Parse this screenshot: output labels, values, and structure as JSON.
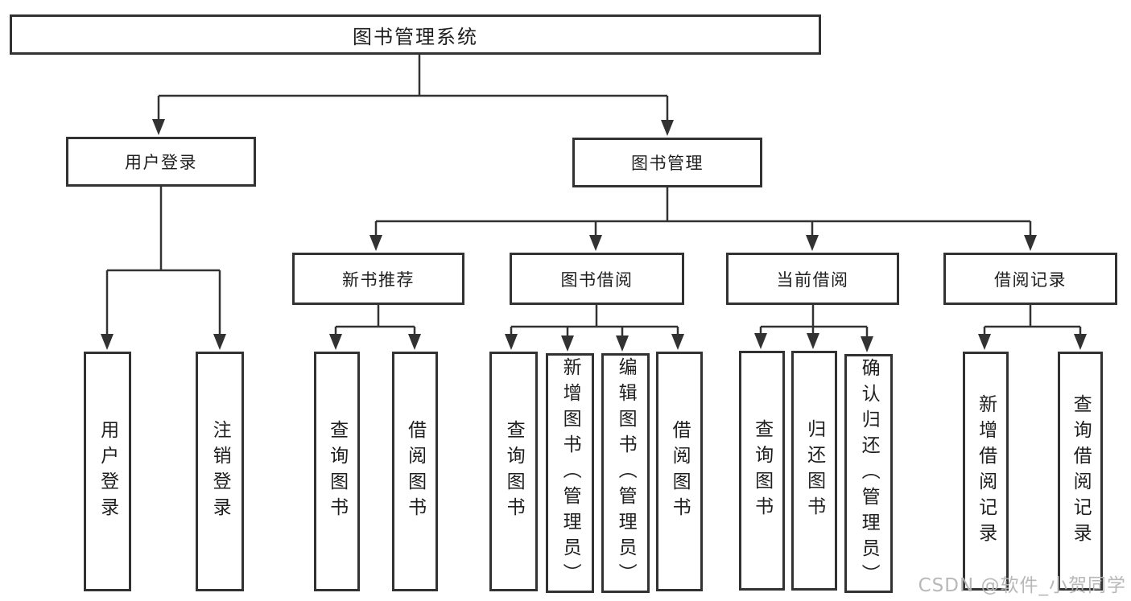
{
  "tree": {
    "label": "图书管理系统",
    "children": [
      {
        "label": "用户登录",
        "children": [
          {
            "label": "用户登录"
          },
          {
            "label": "注销登录"
          }
        ]
      },
      {
        "label": "图书管理",
        "children": [
          {
            "label": "新书推荐",
            "children": [
              {
                "label": "查询图书"
              },
              {
                "label": "借阅图书"
              }
            ]
          },
          {
            "label": "图书借阅",
            "children": [
              {
                "label": "查询图书"
              },
              {
                "label": "新增图书（管理员）"
              },
              {
                "label": "编辑图书（管理员）"
              },
              {
                "label": "借阅图书"
              }
            ]
          },
          {
            "label": "当前借阅",
            "children": [
              {
                "label": "查询图书"
              },
              {
                "label": "归还图书"
              },
              {
                "label": "确认归还（管理员）"
              }
            ]
          },
          {
            "label": "借阅记录",
            "children": [
              {
                "label": "新增借阅记录"
              },
              {
                "label": "查询借阅记录"
              }
            ]
          }
        ]
      }
    ]
  },
  "watermark": {
    "text": "CSDN @软件_小贺同学"
  },
  "colors": {
    "line": "#323232",
    "text": "#1e1e1e",
    "background": "#ffffff",
    "watermark": "#b4b4b4"
  }
}
